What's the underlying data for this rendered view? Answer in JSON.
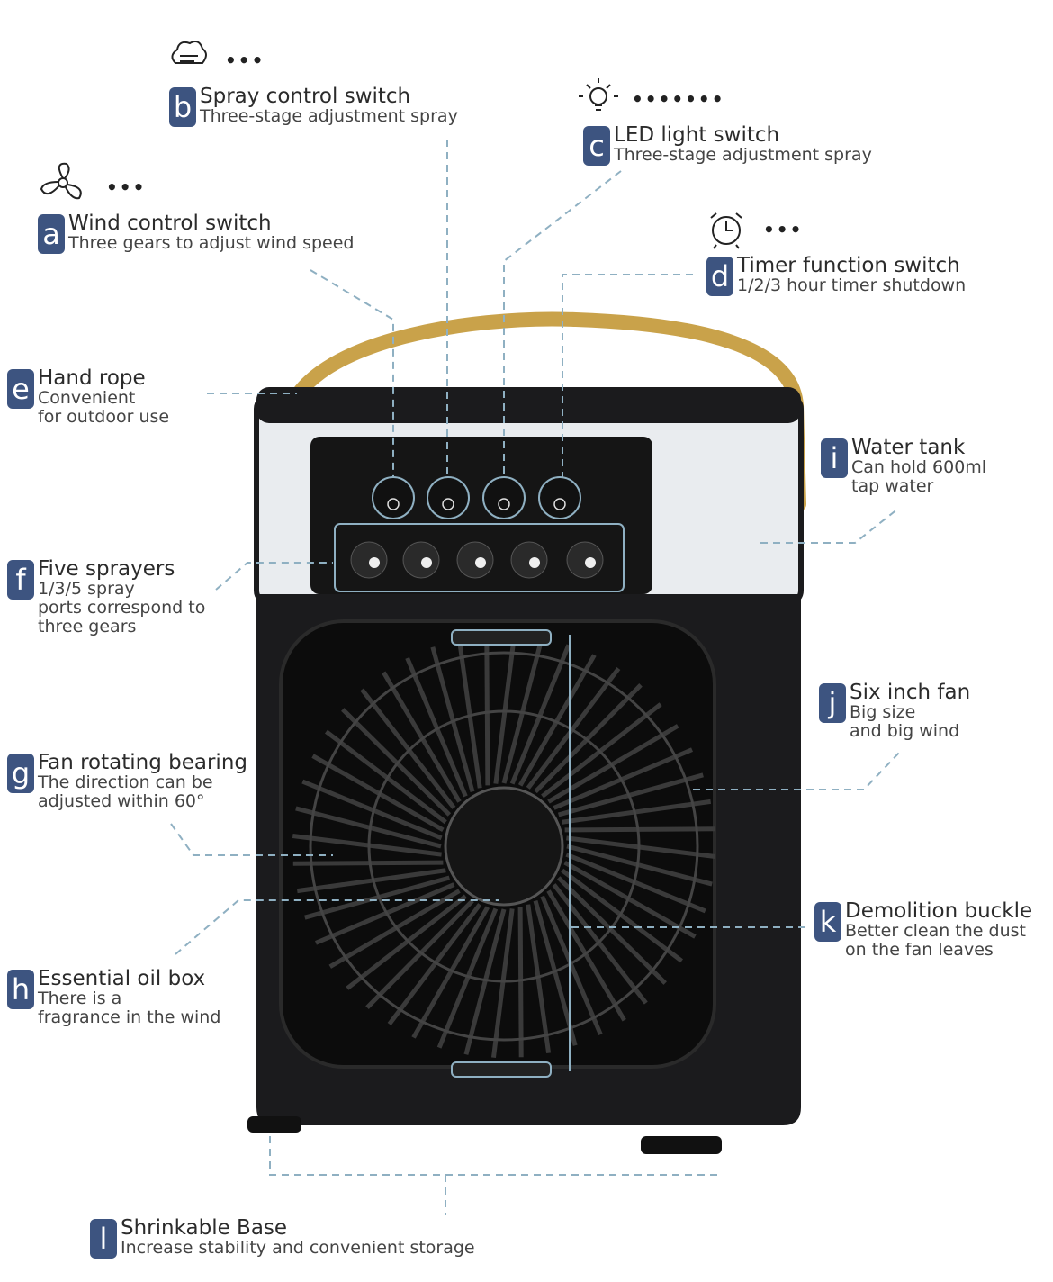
{
  "colors": {
    "badge": "#3d5480",
    "handle": "#c9a24a",
    "body": "#1b1b1d",
    "callout": "#8fb0c2"
  },
  "labels": [
    {
      "id": "a",
      "letter": "a",
      "title": "Wind control switch",
      "desc": [
        "Three gears to adjust wind speed"
      ],
      "icon": "fan-icon",
      "dots": "•••"
    },
    {
      "id": "b",
      "letter": "b",
      "title": "Spray control switch",
      "desc": [
        "Three-stage adjustment spray"
      ],
      "icon": "spray-icon",
      "dots": "•••"
    },
    {
      "id": "c",
      "letter": "c",
      "title": "LED light switch",
      "desc": [
        "Three-stage adjustment spray"
      ],
      "icon": "light-bulb-icon",
      "dots": "•••••••"
    },
    {
      "id": "d",
      "letter": "d",
      "title": "Timer function switch",
      "desc": [
        "1/2/3 hour timer shutdown"
      ],
      "icon": "alarm-clock-icon",
      "dots": "•••"
    },
    {
      "id": "e",
      "letter": "e",
      "title": "Hand rope",
      "desc": [
        "Convenient",
        "for outdoor use"
      ]
    },
    {
      "id": "f",
      "letter": "f",
      "title": "Five sprayers",
      "desc": [
        "1/3/5 spray",
        "ports correspond to",
        "three gears"
      ]
    },
    {
      "id": "g",
      "letter": "g",
      "title": "Fan rotating bearing",
      "desc": [
        "The direction can be",
        "adjusted within 60°"
      ]
    },
    {
      "id": "h",
      "letter": "h",
      "title": "Essential oil box",
      "desc": [
        "There is a",
        "fragrance in the wind"
      ]
    },
    {
      "id": "i",
      "letter": "i",
      "title": "Water tank",
      "desc": [
        "Can hold 600ml",
        "tap water"
      ]
    },
    {
      "id": "j",
      "letter": "j",
      "title": "Six inch fan",
      "desc": [
        "Big size",
        "and big wind"
      ]
    },
    {
      "id": "k",
      "letter": "k",
      "title": "Demolition buckle",
      "desc": [
        "Better clean the dust",
        "on the fan leaves"
      ]
    },
    {
      "id": "l",
      "letter": "l",
      "title": "Shrinkable Base",
      "desc": [
        "Increase stability and convenient storage"
      ]
    }
  ]
}
